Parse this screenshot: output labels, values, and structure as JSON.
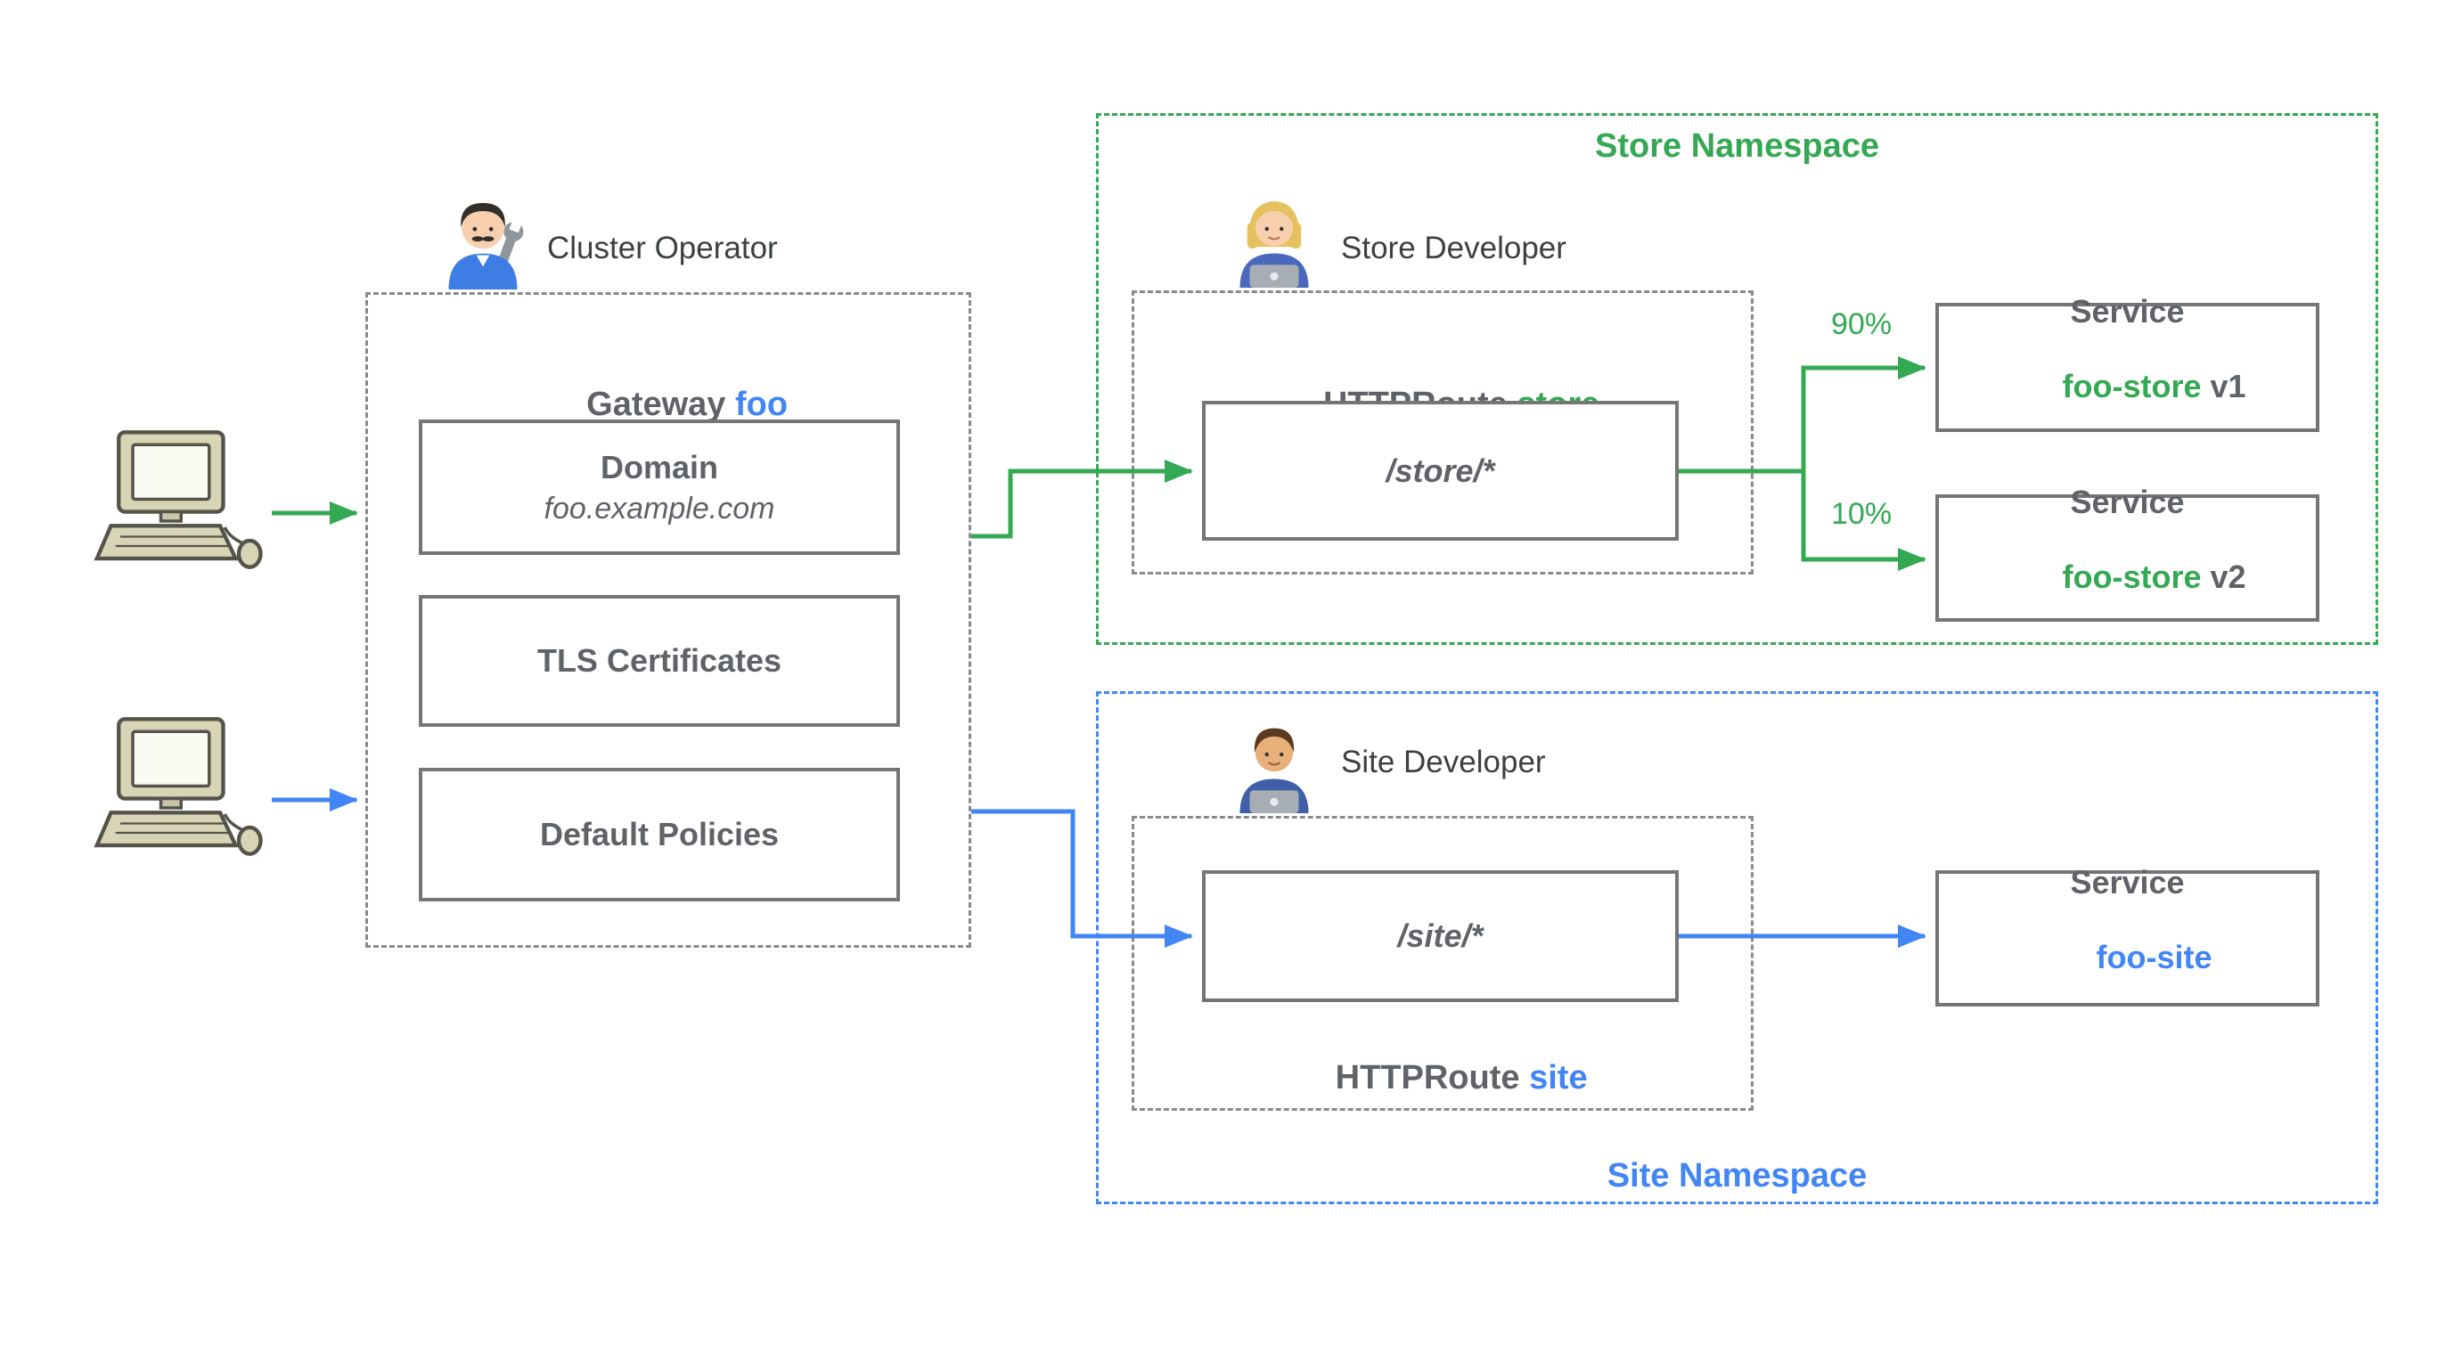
{
  "colors": {
    "green": "#34a853",
    "blue": "#4285f4",
    "gray_text": "#5f6368",
    "dark_text": "#3c4043",
    "box_border": "#757575"
  },
  "personas": {
    "cluster_operator": "Cluster Operator",
    "store_developer": "Store Developer",
    "site_developer": "Site Developer"
  },
  "gateway": {
    "title_prefix": "Gateway ",
    "title_name": "foo",
    "domain_title": "Domain",
    "domain_value": "foo.example.com",
    "tls_label": "TLS Certificates",
    "policies_label": "Default Policies"
  },
  "store_namespace": {
    "title": "Store Namespace",
    "route_prefix": "HTTPRoute ",
    "route_name": "store",
    "path": "/store/*",
    "weight_v1": "90%",
    "weight_v2": "10%",
    "service_v1_label": "Service",
    "service_v1_name": "foo-store",
    "service_v1_version": " v1",
    "service_v2_label": "Service",
    "service_v2_name": "foo-store",
    "service_v2_version": " v2"
  },
  "site_namespace": {
    "title": "Site Namespace",
    "route_prefix": "HTTPRoute ",
    "route_name": "site",
    "path": "/site/*",
    "service_label": "Service",
    "service_name": "foo-site"
  }
}
